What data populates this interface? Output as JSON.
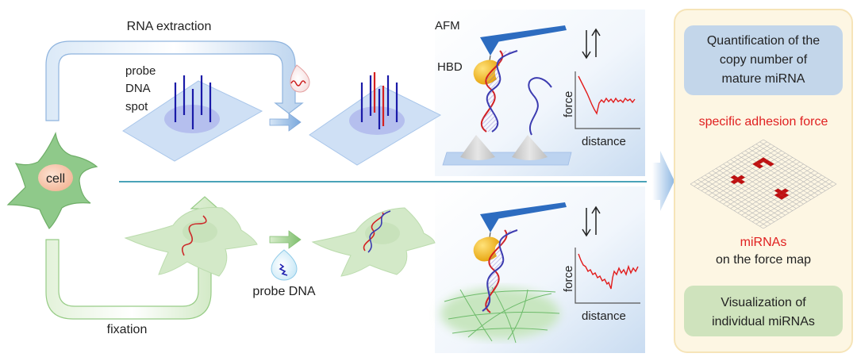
{
  "top_flow": {
    "arrow_label": "RNA extraction",
    "spot_label": [
      "probe",
      "DNA",
      "spot"
    ],
    "afm_label": "AFM",
    "hbd_label": "HBD",
    "plot": {
      "ylabel": "force",
      "xlabel": "distance"
    }
  },
  "bottom_flow": {
    "arrow_label": "fixation",
    "probe_label": "probe DNA",
    "plot": {
      "ylabel": "force",
      "xlabel": "distance"
    }
  },
  "cell_label": "cell",
  "results_panel": {
    "top_box": [
      "Quantification of the",
      "copy number of",
      "mature miRNA"
    ],
    "adhesion_label": "specific adhesion force",
    "map_label_red": "miRNAs",
    "map_label": "on the force map",
    "bottom_box": [
      "Visualization of",
      "individual miRNAs"
    ]
  },
  "colors": {
    "blue_arrow": "#a9c8ea",
    "green_arrow": "#bfe0b0",
    "probe_dna": "#1a1aa8",
    "mirna": "#d42020",
    "afm_tip": "#2d6cc0",
    "hbd": "#f4b81c",
    "cell": "#8fc98a",
    "nucleus": "#f8c9ae",
    "panel_bg": "#fdf6e3",
    "top_box": "#c3d6ea",
    "bottom_box": "#cfe3bd",
    "red_text": "#e02020"
  }
}
